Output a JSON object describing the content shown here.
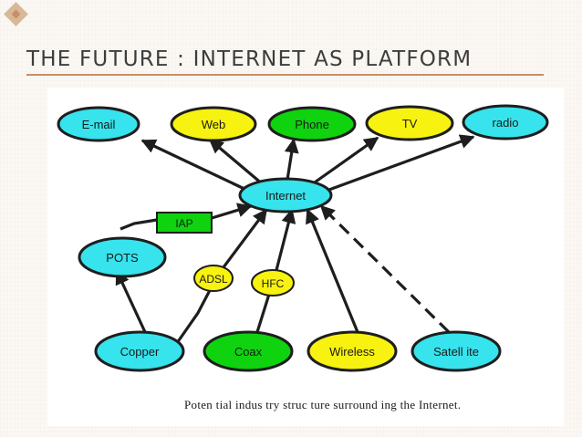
{
  "slide": {
    "title": "THE FUTURE : INTERNET AS PLATFORM",
    "caption": "Poten tial indus try struc ture surround ing the Internet."
  },
  "colors": {
    "cyan": "#37e3ec",
    "yellow": "#f7f20f",
    "green": "#0ed30e",
    "outline": "#1e1e1e",
    "accent": "#c78f67"
  },
  "nodes": {
    "email": "E-mail",
    "web": "Web",
    "phone": "Phone",
    "tv": "TV",
    "radio": "radio",
    "internet": "Internet",
    "iap": "IAP",
    "pots": "POTS",
    "adsl": "ADSL",
    "hfc": "HFC",
    "copper": "Copper",
    "coax": "Coax",
    "wireless": "Wireless",
    "satellite": "Satell ite"
  }
}
